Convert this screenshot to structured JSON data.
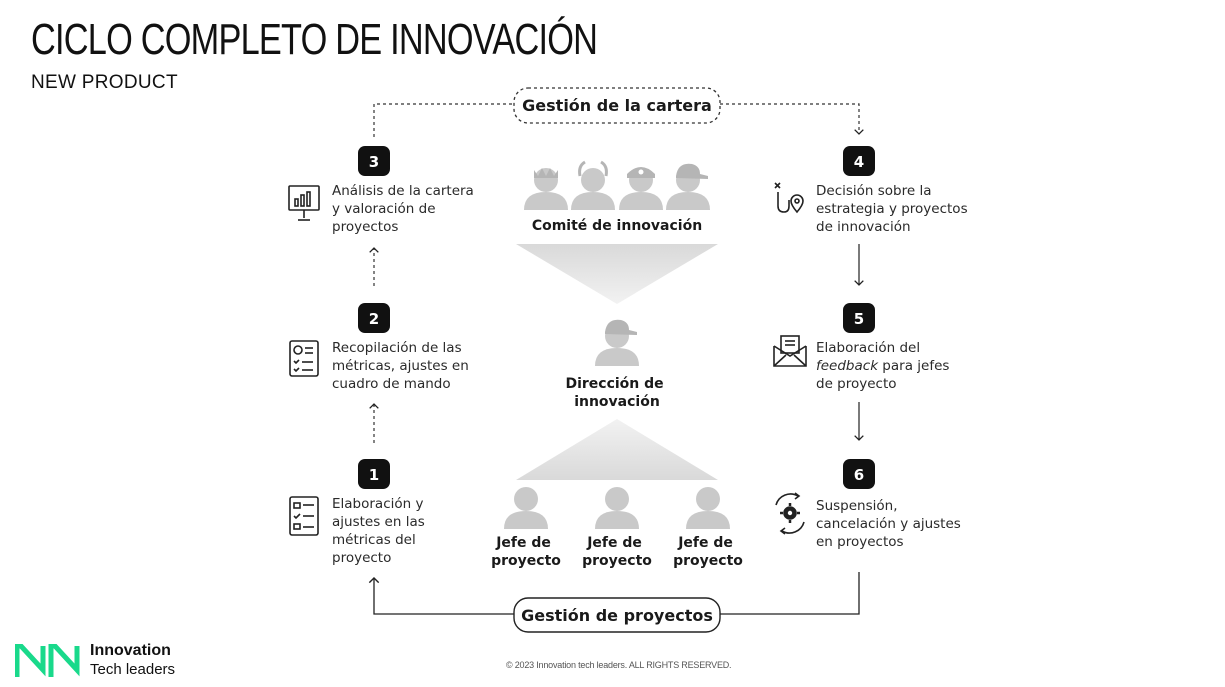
{
  "header": {
    "title": "CICLO COMPLETO DE INNOVACIÓN",
    "subtitle": "NEW PRODUCT"
  },
  "diagram": {
    "top_pill": "Gestión de la cartera",
    "bottom_pill": "Gestión de proyectos",
    "committee": "Comité de innovación",
    "direction": [
      "Dirección de",
      "innovación"
    ],
    "managers": [
      [
        "Jefe de",
        "proyecto"
      ],
      [
        "Jefe de",
        "proyecto"
      ],
      [
        "Jefe de",
        "proyecto"
      ]
    ],
    "steps": [
      {
        "num": "1",
        "lines": [
          "Elaboración y",
          "ajustes en las",
          "métricas del",
          "proyecto"
        ],
        "icon": "checklist-icon"
      },
      {
        "num": "2",
        "lines": [
          "Recopilación de las",
          "métricas, ajustes en",
          "cuadro de mando"
        ],
        "icon": "report-icon"
      },
      {
        "num": "3",
        "lines": [
          "Análisis de la cartera",
          "y valoración de",
          "proyectos"
        ],
        "icon": "chart-board-icon"
      },
      {
        "num": "4",
        "lines": [
          "Decisión sobre la",
          "estrategia y proyectos",
          "de innovación"
        ],
        "icon": "route-pin-icon"
      },
      {
        "num": "5",
        "lines_pre": "Elaboración del",
        "line_italic": "feedback",
        "line_rest": " para jefes",
        "line_last": "de proyecto",
        "icon": "envelope-icon"
      },
      {
        "num": "6",
        "lines": [
          "Suspensión,",
          "cancelación y ajustes",
          "en proyectos"
        ],
        "icon": "gear-cycle-icon"
      }
    ]
  },
  "footer": {
    "brand_name": "Innovation",
    "brand_tag": "Tech leaders",
    "copyright": "© 2023 Innovation tech leaders. ALL RIGHTS RESERVED.",
    "accent_color": "#19d98b"
  }
}
